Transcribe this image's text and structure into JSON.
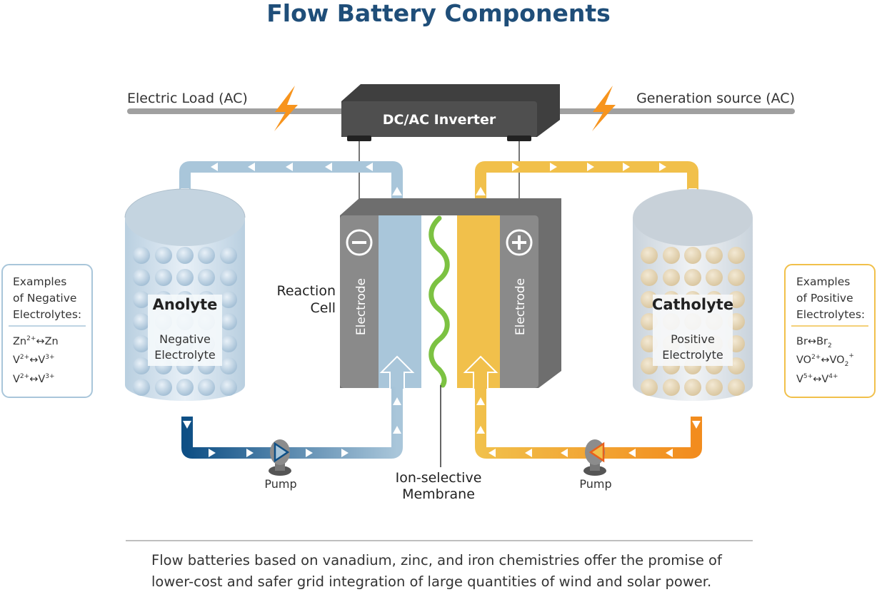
{
  "title": "Flow Battery Components",
  "inverter": {
    "label": "DC/AC Inverter"
  },
  "power_line": {
    "left_label": "Electric Load (AC)",
    "right_label": "Generation source (AC)"
  },
  "reaction_cell": {
    "label_line1": "Reaction",
    "label_line2": "Cell",
    "negative_electrode_label": "Electrode",
    "positive_electrode_label": "Electrode",
    "negative_symbol": "minus",
    "positive_symbol": "plus"
  },
  "membrane": {
    "label_line1": "Ion-selective",
    "label_line2": "Membrane"
  },
  "anolyte_tank": {
    "name": "Anolyte",
    "desc_line1": "Negative",
    "desc_line2": "Electrolyte"
  },
  "catholyte_tank": {
    "name": "Catholyte",
    "desc_line1": "Positive",
    "desc_line2": "Electrolyte"
  },
  "left_pump": {
    "label": "Pump"
  },
  "right_pump": {
    "label": "Pump"
  },
  "negative_examples": {
    "heading_line1": "Examples",
    "heading_line2": "of Negative",
    "heading_line3": "Electrolytes:",
    "items": [
      {
        "a": "Zn",
        "a_sup": "2+",
        "b": "Zn",
        "b_sup": ""
      },
      {
        "a": "V",
        "a_sup": "2+",
        "b": "V",
        "b_sup": "3+"
      },
      {
        "a": "V",
        "a_sup": "2+",
        "b": "V",
        "b_sup": "3+"
      }
    ]
  },
  "positive_examples": {
    "heading_line1": "Examples",
    "heading_line2": "of Positive",
    "heading_line3": "Electrolytes:",
    "items": [
      {
        "a": "Br",
        "a_sup": "",
        "b": "Br",
        "b_sub": "2"
      },
      {
        "a": "VO",
        "a_sup": "2+",
        "b": "VO",
        "b_sub": "2",
        "b_sup": "+"
      },
      {
        "a": "V",
        "a_sup": "5+",
        "b": "V",
        "b_sup": "4+"
      }
    ]
  },
  "arrow_symbol": "↔",
  "footer": {
    "line1": "Flow batteries based on vanadium, zinc, and iron chemistries offer the promise of",
    "line2": "lower-cost and safer grid integration of large quantities of wind and solar power."
  },
  "colors": {
    "title": "#1f4e79",
    "anolyte_pipe": "#a9c6da",
    "anolyte_pipe_dark": "#0e4f85",
    "catholyte_pipe": "#f1c04b",
    "catholyte_pipe_orange": "#f28c1e",
    "membrane_wave": "#7cc242",
    "cell_body": "#8a8a8a",
    "inverter": "#4a4a4a",
    "bolt": "#f7941d",
    "negative_box_border": "#a9c6da",
    "positive_box_border": "#f1c04b"
  }
}
